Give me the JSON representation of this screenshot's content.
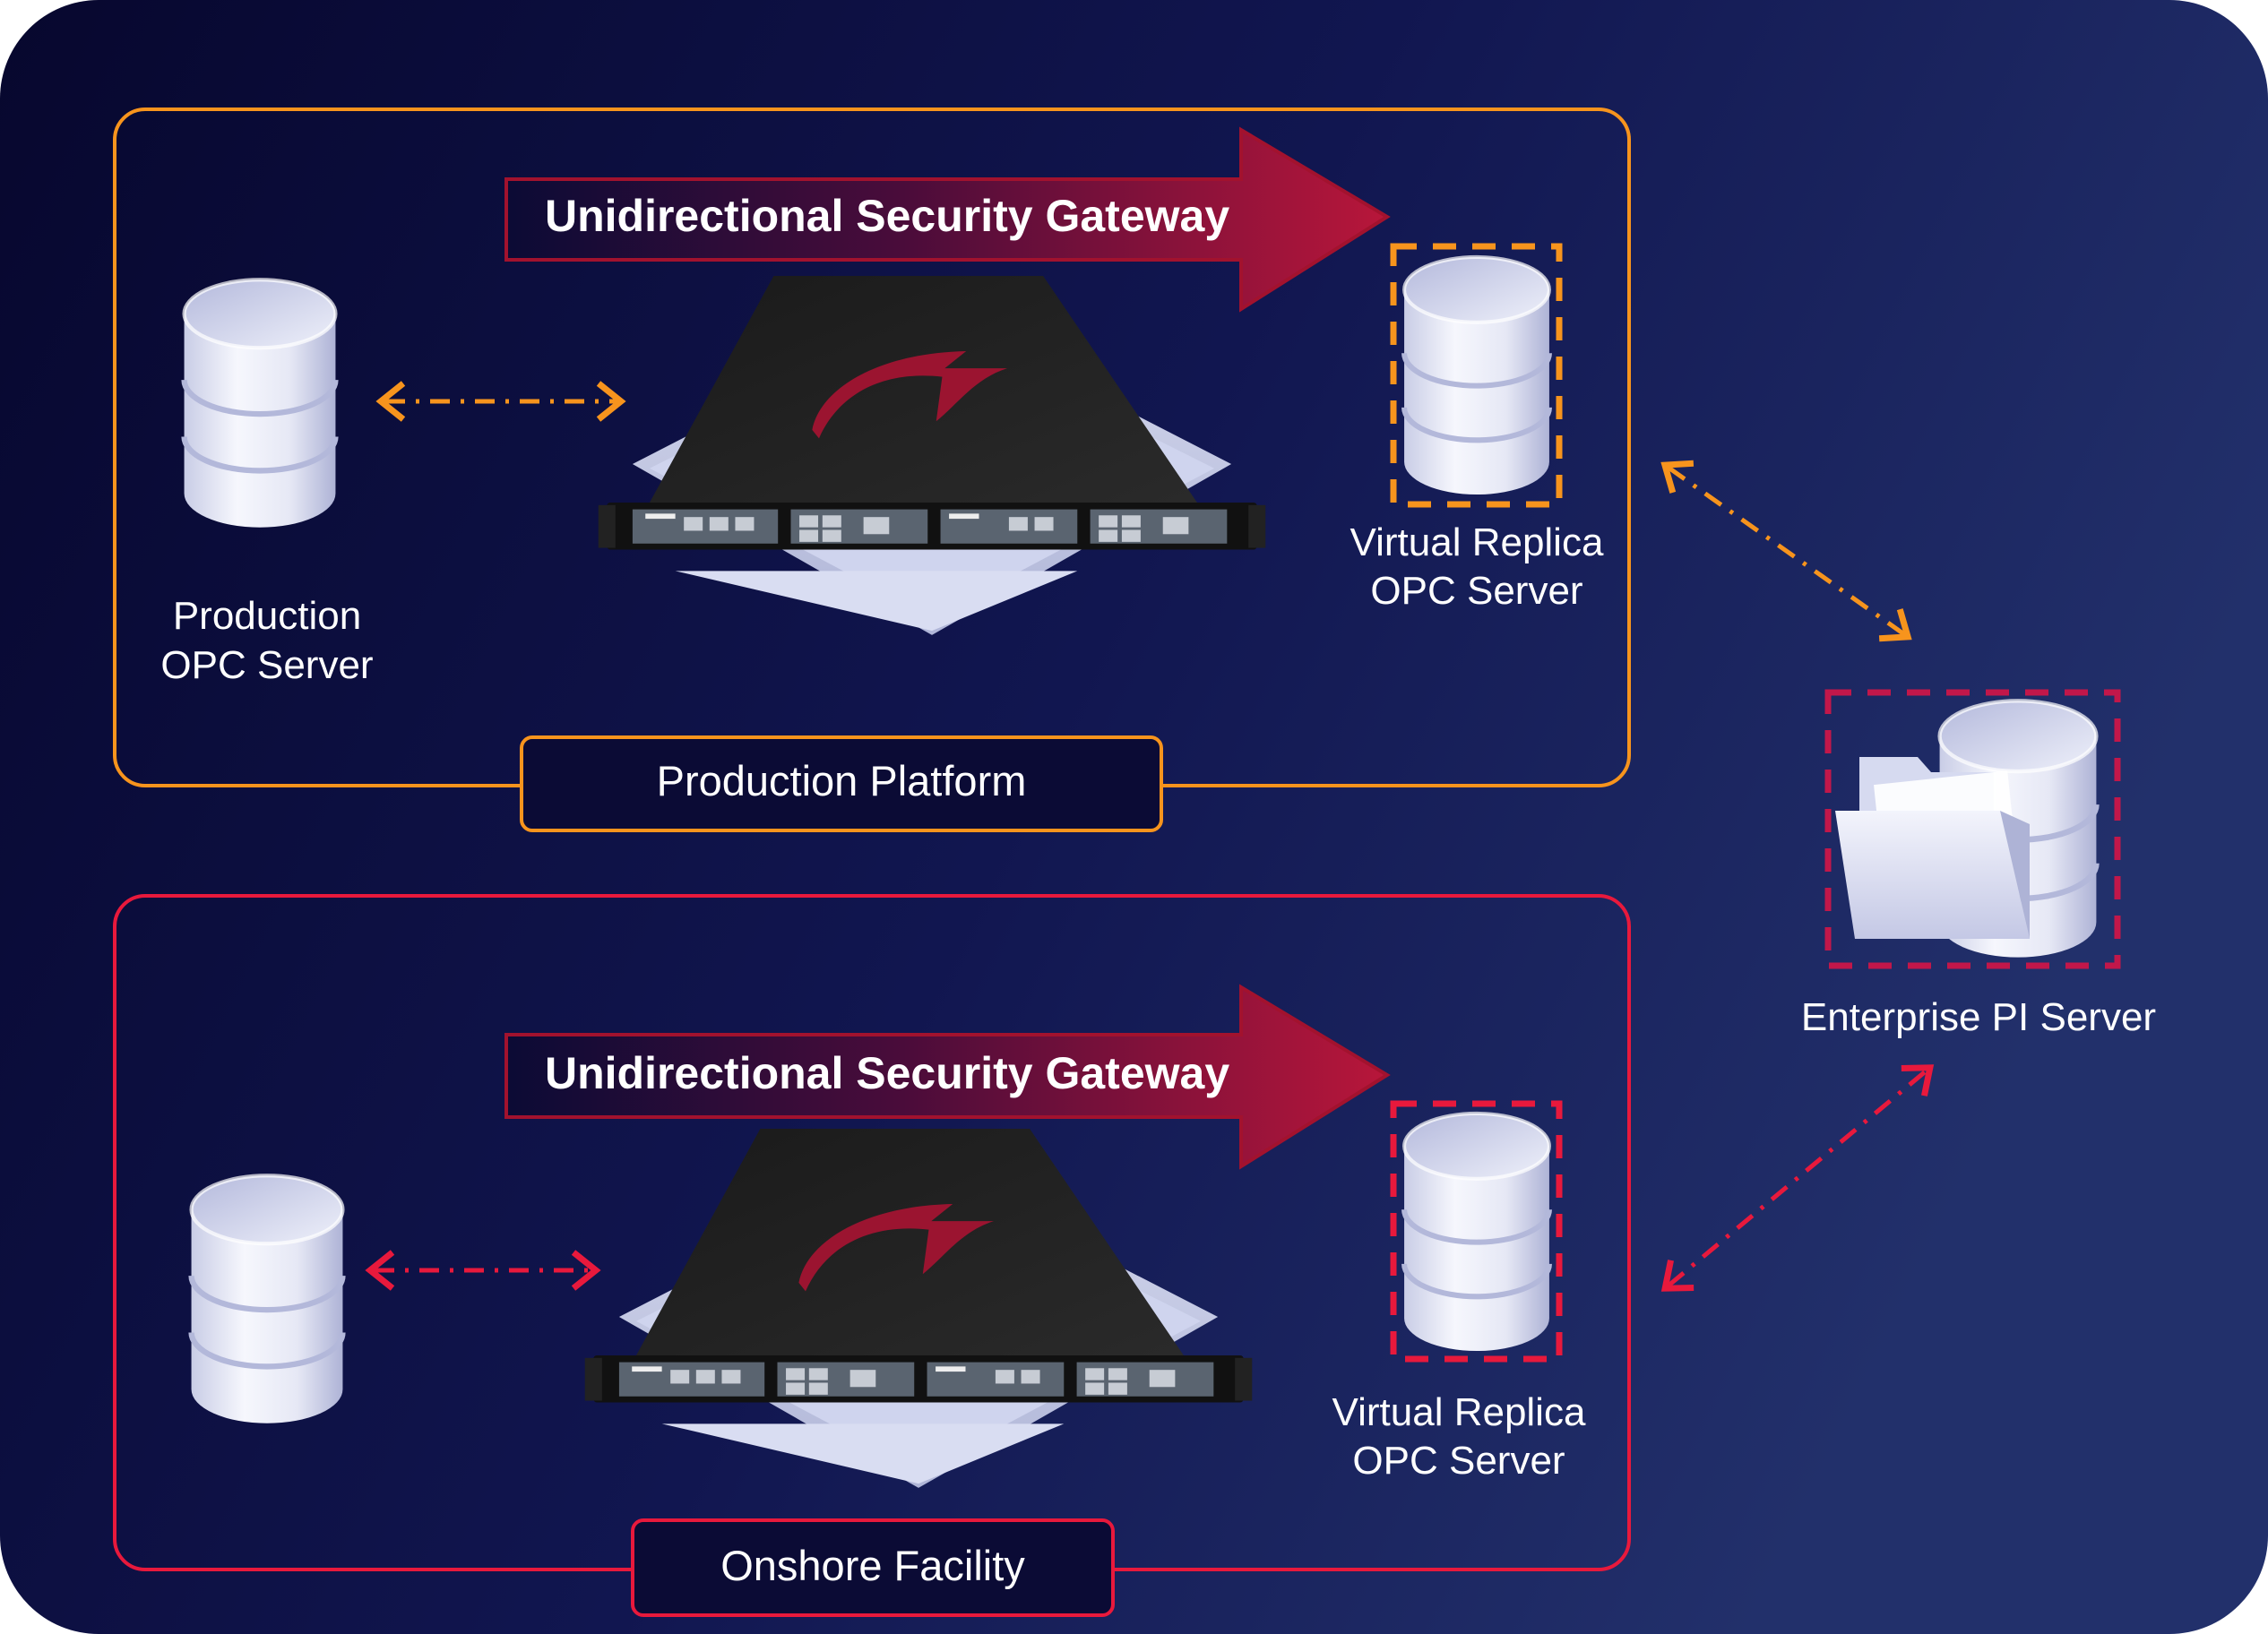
{
  "colors": {
    "background_dark": "#0a0a33",
    "background_light": "#1e2b66",
    "production_accent": "#f7941d",
    "onshore_accent": "#e8193c",
    "arrow_red": "#a2122e",
    "text": "#ffffff"
  },
  "production_platform": {
    "label": "Production Platform",
    "gateway_label": "Unidirectional Security Gateway",
    "source_server_label_line1": "Production",
    "source_server_label_line2": "OPC Server",
    "replica_label_line1": "Virtual Replica",
    "replica_label_line2": "OPC Server"
  },
  "onshore_facility": {
    "label": "Onshore Facility",
    "gateway_label": "Unidirectional Security Gateway",
    "replica_label_line1": "Virtual Replica",
    "replica_label_line2": "OPC Server"
  },
  "enterprise": {
    "label": "Enterprise PI Server"
  },
  "icons": {
    "database": "database-icon",
    "appliance": "gateway-appliance-icon",
    "folder": "folder-icon"
  }
}
